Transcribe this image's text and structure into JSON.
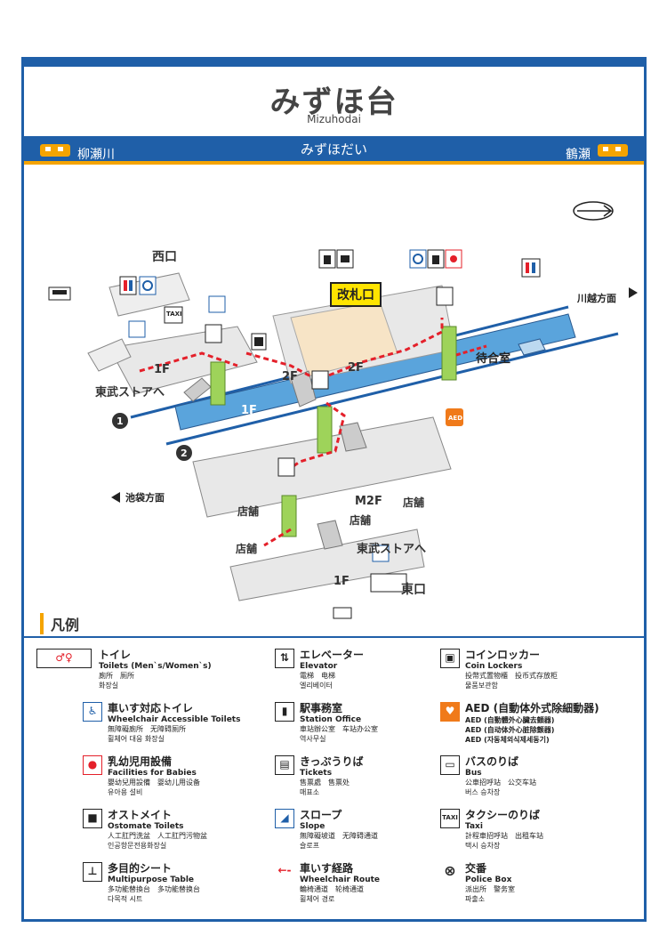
{
  "header": {
    "title": "みずほ台",
    "subtitle": "Mizuhodai",
    "kana": "みずほだい",
    "prev_station": "柳瀬川",
    "next_station": "鶴瀬"
  },
  "map": {
    "west_exit": "西口",
    "east_exit": "東口",
    "ticket_gate": "改札口",
    "waiting_room": "待合室",
    "floor_1f": "1F",
    "floor_2f": "2F",
    "floor_m2f": "M2F",
    "shop": "店舗",
    "tobu_store_west": "東武ストアへ",
    "tobu_store_east": "東武ストアへ",
    "to_kawagoe": "川越方面",
    "to_ikebukuro": "池袋方面",
    "platform_1": "1",
    "platform_2": "2",
    "aed_mark": "AED",
    "taxi_mark": "TAXI"
  },
  "legend": {
    "title": "凡例",
    "items": [
      {
        "ja": "トイレ",
        "en": "Toilets (Men`s/Women`s)",
        "zh": "廁所　厕所",
        "ko": "화장실"
      },
      {
        "ja": "車いす対応トイレ",
        "en": "Wheelchair Accessible Toilets",
        "zh": "無障礙廁所　无障碍厕所",
        "ko": "휠체어 대응 화장실"
      },
      {
        "ja": "乳幼児用設備",
        "en": "Facilities for Babies",
        "zh": "嬰幼兒用設備　婴幼儿用设备",
        "ko": "유아용 설비"
      },
      {
        "ja": "オストメイト",
        "en": "Ostomate Toilets",
        "zh": "人工肛門洗盆　人工肛門污物盆",
        "ko": "인공항문전용화장실"
      },
      {
        "ja": "多目的シート",
        "en": "Multipurpose Table",
        "zh": "多功能替換台　多功能替换台",
        "ko": "다목적 시트"
      },
      {
        "ja": "エレベーター",
        "en": "Elevator",
        "zh": "電梯　电梯",
        "ko": "엘리베이터"
      },
      {
        "ja": "駅事務室",
        "en": "Station Office",
        "zh": "車站辦公室　车站办公室",
        "ko": "역사무실"
      },
      {
        "ja": "きっぷうりば",
        "en": "Tickets",
        "zh": "售票處　售票处",
        "ko": "매표소"
      },
      {
        "ja": "スロープ",
        "en": "Slope",
        "zh": "無障礙坡道　无障碍通道",
        "ko": "슬로프"
      },
      {
        "ja": "車いす経路",
        "en": "Wheelchair Route",
        "zh": "輪椅通道　轮椅通道",
        "ko": "휠체어 경로"
      },
      {
        "ja": "コインロッカー",
        "en": "Coin Lockers",
        "zh": "投幣式置物櫃　投币式存放柜",
        "ko": "물품보관함"
      },
      {
        "ja": "AED (自動体外式除細動器)",
        "en": "AED (自動體外心臟去顫器)",
        "zh": "AED (自动体外心脏除颤器)",
        "ko": "AED (자동체외식제세동기)"
      },
      {
        "ja": "バスのりば",
        "en": "Bus",
        "zh": "公車招呼站　公交车站",
        "ko": "버스 승차장"
      },
      {
        "ja": "タクシーのりば",
        "en": "Taxi",
        "zh": "計程車招呼站　出租车站",
        "ko": "택시 승차장"
      },
      {
        "ja": "交番",
        "en": "Police Box",
        "zh": "派出所　警务室",
        "ko": "파출소"
      }
    ]
  },
  "colors": {
    "brand_blue": "#1f5fa8",
    "accent_orange": "#f5a400",
    "platform_blue": "#5aa4dc",
    "elevator_green": "#9ed35a",
    "route_red": "#e4202a",
    "gate_yellow": "#ffe400"
  }
}
